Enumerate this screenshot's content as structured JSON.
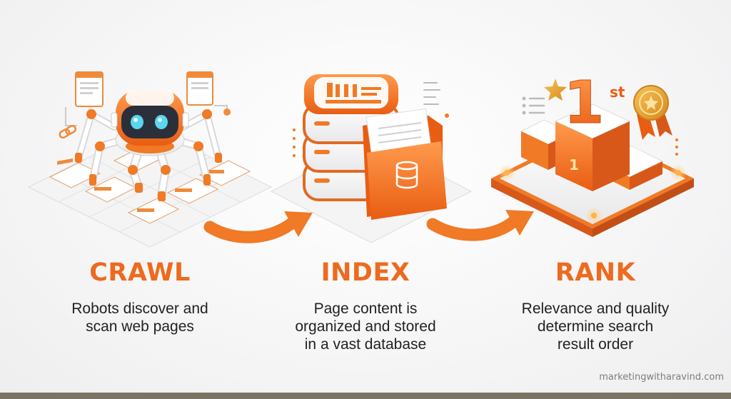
{
  "steps": [
    {
      "title": "CRAWL",
      "lines": [
        "Robots discover and",
        "scan web pages"
      ],
      "illustration": "robot-spider-icon"
    },
    {
      "title": "INDEX",
      "lines": [
        "Page content is",
        "organized and stored",
        "in a vast database"
      ],
      "illustration": "database-icon"
    },
    {
      "title": "RANK",
      "lines": [
        "Relevance and quality",
        "determine search",
        "result order"
      ],
      "illustration": "podium-icon",
      "podium_number": "1",
      "trophy_text": "1",
      "trophy_suffix": "st"
    }
  ],
  "watermark": "marketingwitharavind.com",
  "colors": {
    "accent": "#ee6a1e",
    "text": "#222222",
    "light": "#ffffff"
  }
}
